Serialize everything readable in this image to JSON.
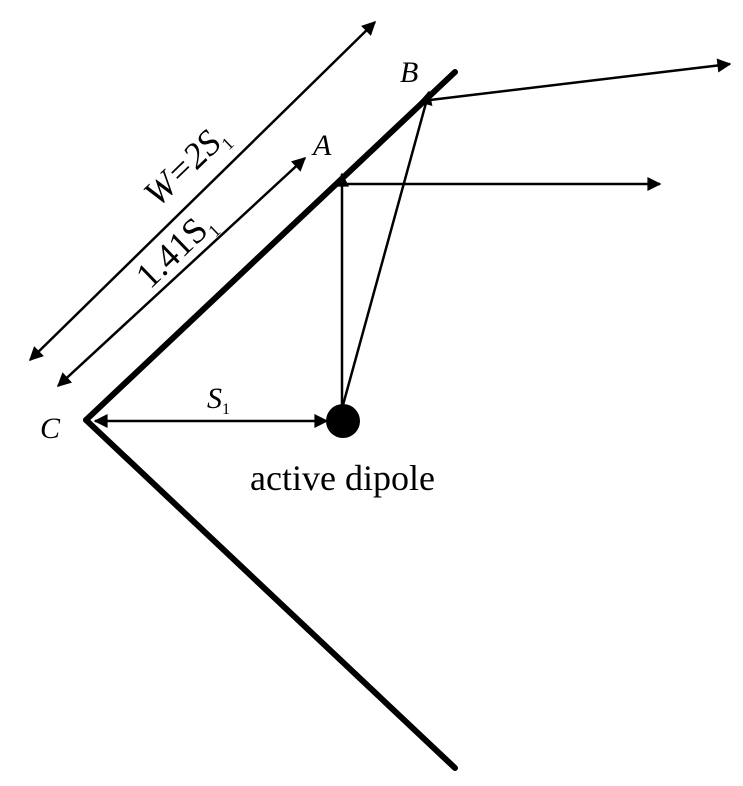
{
  "labels": {
    "point_a": "A",
    "point_b": "B",
    "point_c": "C",
    "width_label_main": "W=2S",
    "width_label_sub": "1",
    "half_label_main": "1.41S",
    "half_label_sub": "1",
    "spacing_label_main": "S",
    "spacing_label_sub": "1",
    "dipole_caption": "active dipole"
  },
  "colors": {
    "ink": "#000000",
    "background": "#ffffff"
  }
}
